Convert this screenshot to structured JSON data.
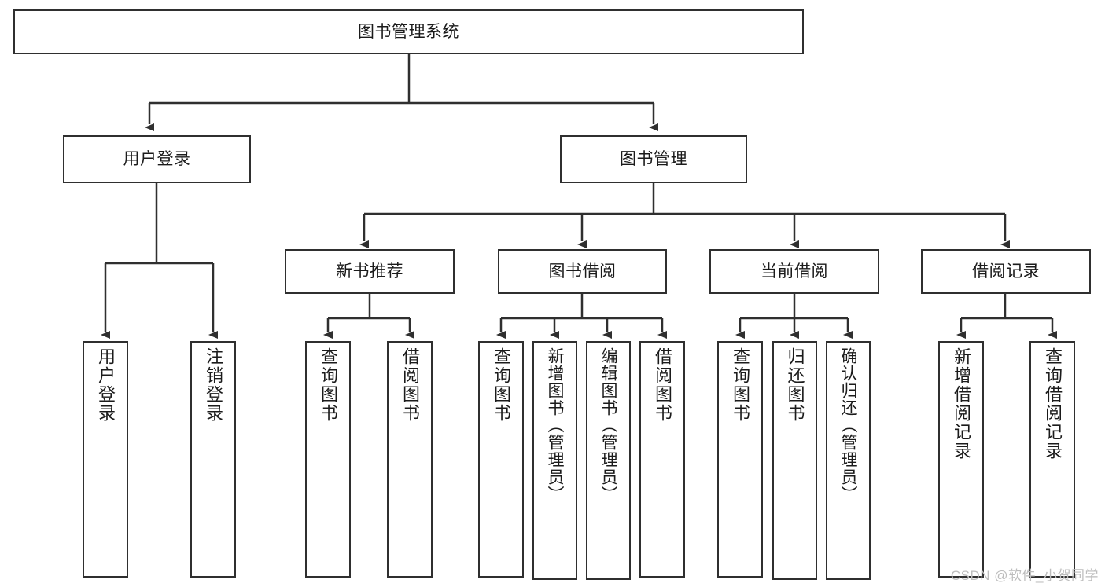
{
  "diagram": {
    "title": "图书管理系统",
    "type": "tree",
    "style": {
      "box_border_color": "#2f2f2f",
      "box_fill_color": "#ffffff",
      "line_color": "#2f2f2f",
      "text_color": "#1b1b1b",
      "background_color": "#ffffff"
    },
    "root": {
      "label": "图书管理系统"
    },
    "level2": [
      {
        "label": "用户登录"
      },
      {
        "label": "图书管理"
      }
    ],
    "level3": [
      {
        "label": "新书推荐"
      },
      {
        "label": "图书借阅"
      },
      {
        "label": "当前借阅"
      },
      {
        "label": "借阅记录"
      }
    ],
    "leaves": {
      "user_login": [
        {
          "label": "用户登录"
        },
        {
          "label": "注销登录"
        }
      ],
      "new_book_recommend": [
        {
          "label": "查询图书"
        },
        {
          "label": "借阅图书"
        }
      ],
      "book_borrow": [
        {
          "label": "查询图书"
        },
        {
          "label": "新增图书（管理员）"
        },
        {
          "label": "编辑图书（管理员）"
        },
        {
          "label": "借阅图书"
        }
      ],
      "current_borrow": [
        {
          "label": "查询图书"
        },
        {
          "label": "归还图书"
        },
        {
          "label": "确认归还（管理员）"
        }
      ],
      "borrow_record": [
        {
          "label": "新增借阅记录"
        },
        {
          "label": "查询借阅记录"
        }
      ]
    }
  },
  "watermark": {
    "text": "CSDN @软件_小贺同学"
  }
}
